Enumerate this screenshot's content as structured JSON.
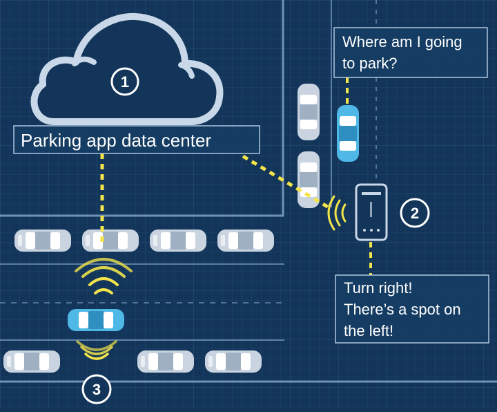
{
  "colors": {
    "background": "#13355a",
    "grid": "#2a5179",
    "road_line": "#8fb3d6",
    "dash_yellow": "#f3e44a",
    "car_grey": "#c9d4e0",
    "car_blue": "#4fb8e6",
    "label_bg": "#163d63",
    "label_border": "#b9cfe6",
    "white": "#ffffff"
  },
  "cloud": {
    "icon": "cloud-icon",
    "step_number": "1"
  },
  "data_center_label": "Parking app data center",
  "phone": {
    "icon": "smartphone-icon",
    "step_number": "2"
  },
  "driver_question": {
    "line1": "Where am I going",
    "line2": "to park?"
  },
  "app_message": {
    "line1": "Turn right!",
    "line2": "There’s a spot on",
    "line3": "the left!"
  },
  "step3_number": "3",
  "icons": [
    "cloud-icon",
    "smartphone-icon",
    "wifi-signal-icon",
    "car-icon"
  ]
}
